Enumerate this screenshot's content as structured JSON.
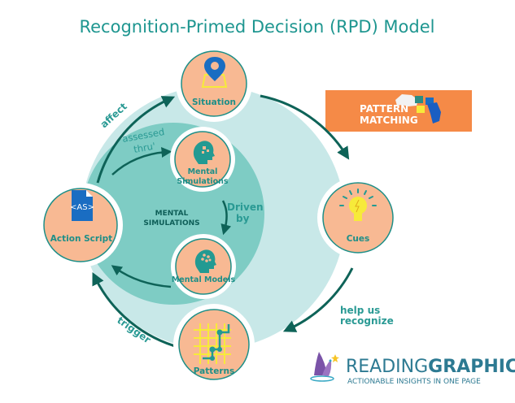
{
  "title": "Recognition-Primed Decision (RPD) Model",
  "colors": {
    "title": "#1E9690",
    "outer_disk": "#C8E8E8",
    "inner_disk": "#7ECCC4",
    "node_fill": "#F8B993",
    "node_border": "#1E8F88",
    "arrow": "#0E6358",
    "banner": "#F58A47",
    "icon_blue": "#1A6DC2",
    "icon_yellow": "#F7EA3A",
    "icon_teal": "#239A92"
  },
  "nodes": {
    "situation": {
      "label": "Situation",
      "icon": "map-pin-icon"
    },
    "cues": {
      "label": "Cues",
      "icon": "lightbulb-icon"
    },
    "patterns": {
      "label": "Patterns",
      "icon": "grid-path-icon"
    },
    "action_script": {
      "label": "Action Script",
      "icon": "script-file-icon",
      "icon_text": "<AS>"
    },
    "mental_simulations": {
      "label_line1": "Mental",
      "label_line2": "Simulations",
      "icon": "head-puzzle-icon"
    },
    "mental_models": {
      "label": "Mental Models",
      "icon": "head-dots-icon"
    }
  },
  "inner_region": {
    "line1": "MENTAL",
    "line2": "SIMULATIONS"
  },
  "arrows": {
    "affect": "affect",
    "assessed_line1": "assessed",
    "assessed_line2": "thru'",
    "driven_line1": "Driven",
    "driven_line2": "by",
    "help_line1": "help us",
    "help_line2": "recognize",
    "trigger": "trigger"
  },
  "banner": {
    "line1": "PATTERN",
    "line2": "MATCHING",
    "icon": "hands-puzzle-icon"
  },
  "logo": {
    "part1": "READING",
    "part2": "GRAPHICS",
    "tagline": "ACTIONABLE INSIGHTS IN ONE PAGE",
    "icon": "book-wand-icon"
  }
}
